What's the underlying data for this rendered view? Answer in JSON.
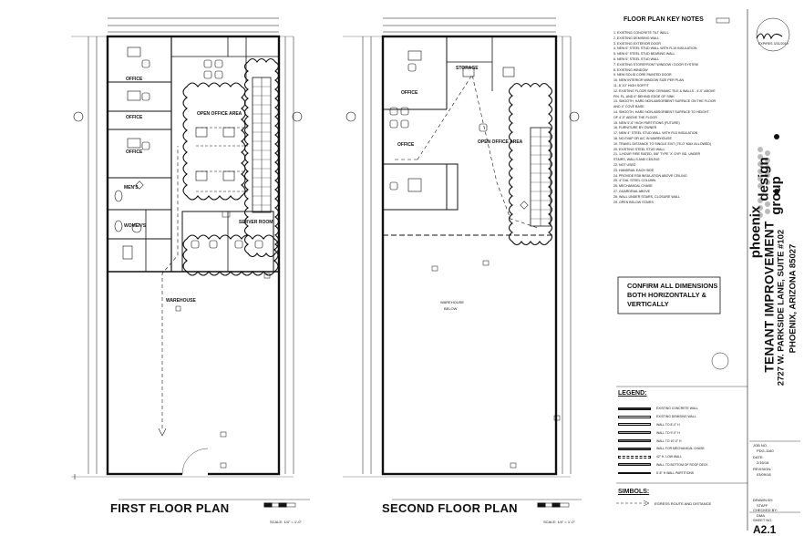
{
  "plans": {
    "first": {
      "title": "FIRST FLOOR PLAN",
      "scale": "SCALE: 1/4\" = 1'-0\"",
      "rooms": {
        "office1": "OFFICE",
        "office2": "OFFICE",
        "office3": "OFFICE",
        "open_office": "OPEN OFFICE AREA",
        "mens": "MEN'S",
        "womens": "WOMEN'S",
        "server": "SERVER ROOM",
        "warehouse": "WAREHOUSE"
      }
    },
    "second": {
      "title": "SECOND FLOOR PLAN",
      "scale": "SCALE: 1/4\" = 1'-0\"",
      "rooms": {
        "storage": "STORAGE",
        "office1": "OFFICE",
        "office2": "OFFICE",
        "open_office": "OPEN OFFICE AREA",
        "warehouse_below_1": "WAREHOUSE",
        "warehouse_below_2": "BELOW"
      }
    }
  },
  "key_notes": {
    "title": "FLOOR PLAN KEY NOTES",
    "items": [
      "1. EXISTING CONCRETE TILT WALL",
      "2. EXISTING DEMISING WALL",
      "3. EXISTING EXTERIOR DOOR",
      "4. NEW 6\" STEEL STUD WALL WITH R-19 INSULATION",
      "5. NEW 6\" STEEL STUD BEARING WALL",
      "6. NEW 6\" STEEL STUD WALL",
      "7. EXISTING STOREFRONT WINDOW / DOOR SYSTEM",
      "8. EXISTING WINDOW",
      "9. NEW SOLID CORE PAINTED DOOR",
      "10. NEW INTERIOR WINDOW SIZE PER PLAN",
      "11. 8'-10\" HIGH SOFFIT",
      "12. EXISTING FLOOR SINK CERAMIC TILE & WALLS - 4'-0\" ABOVE",
      "FIN. FL. AND 6\" BEHIND EDGE OF SINK",
      "13. SMOOTH, HARD NON-ABSORBENT SURFACE ON THE FLOOR",
      "AND 4\" COVE BASE",
      "14. SMOOTH, HARD NON-ABSORBENT SURFACE TO HEIGHT",
      "OF 4'-0\" ABOVE THE FLOOR",
      "15. NEW 5'-6\" HIGH PARTITIONS (FUTURE)",
      "16. FURNITURE BY OWNER",
      "17. NEW 4\" STEEL STUD WALL WITH R13 INSULATION",
      "18. NO EVAP OR A/C IN WAREHOUSE",
      "19. TRAVEL DISTANCE TO SINGLE EXIT (75'-0\" MAX ALLOWED)",
      "20. EXISTING STEEL STUD WALL",
      "21. 1-HOUR FIRE RATED, 5/8\" TYPE 'X' GYP. BD. UNDER",
      "STAIRS, WALLS AND CEILING",
      "22. NOT USED",
      "23. HANDRAIL EACH SIDE",
      "24. PROVIDE R38 INSULATION ABOVE CEILING",
      "25. 4\" DIA. STEEL COLUMN",
      "26. MECHANICAL CHASE",
      "27. GUARDRAIL ABOVE",
      "28. WALL UNDER STAIRS, CLOSURE WALL",
      "29. OPEN BELOW STAIRS"
    ]
  },
  "confirm_note": {
    "line1": "CONFIRM ALL DIMENSIONS",
    "line2": "BOTH HORIZONTALLY &",
    "line3": "VERTICALLY"
  },
  "legend": {
    "title": "LEGEND:",
    "items": [
      "EXISTING CONCRETE WALL",
      "EXISTING DEMISING WALL",
      "WALL TO 8'-0\" H",
      "WALL TO 9'-0\" H",
      "WALL TO 10'-0\" H",
      "WALL FOR MECHANICAL CHASE",
      "42\" H. LOW WALL",
      "WALL TO BOTTOM OF ROOF DECK",
      "5'-6\" H WALL PARTITIONS"
    ]
  },
  "symbols": {
    "title": "SIMBOLS:",
    "egress": "EGRESS ROUTE AND DISTANCE"
  },
  "title_block": {
    "project_line1": "TENANT IMPROVEMENT",
    "project_line2": "2727 W. PARKSIDE LANE, SUITE #102",
    "project_line3": "PHOENIX, ARIZONA 85027",
    "firm_1": "phoenix",
    "firm_2": "design",
    "firm_3": "group",
    "expires": "EXPIRES 3/31/2019",
    "job_label": "JOB NO.",
    "job_no": "PDG-1160",
    "date_label": "DATE:",
    "date": "2/16/18",
    "revision_label": "REVISION:",
    "revision": "03/09/18",
    "drawn_label": "DRAWN BY:",
    "drawn": "STAFF",
    "checked_label": "CHECKED BY:",
    "checked": "DMA",
    "sheet_label": "SHEET NO.",
    "sheet": "A2.1"
  }
}
